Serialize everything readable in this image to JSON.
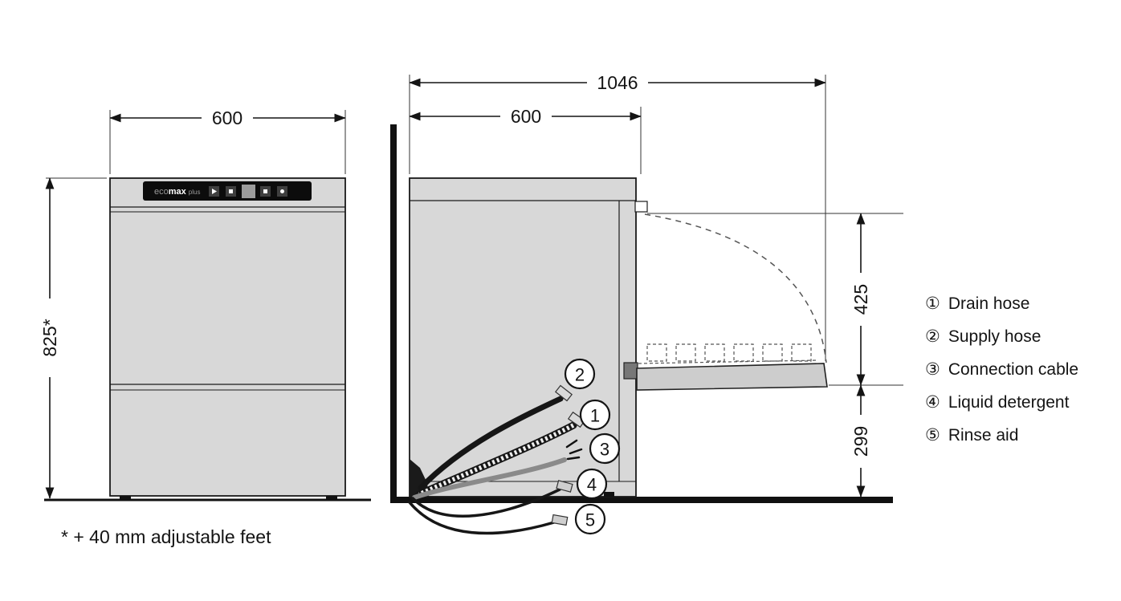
{
  "front_view": {
    "width_dim": "600",
    "height_dim": "825*",
    "brand_eco": "eco",
    "brand_max": "max",
    "brand_sub": "plus"
  },
  "side_view": {
    "total_width_dim": "1046",
    "depth_dim": "600",
    "door_height_dim": "425",
    "base_height_dim": "299"
  },
  "callouts": {
    "c1": "1",
    "c2": "2",
    "c3": "3",
    "c4": "4",
    "c5": "5"
  },
  "legend": {
    "items": [
      {
        "num": "①",
        "label": "Drain hose"
      },
      {
        "num": "②",
        "label": "Supply hose"
      },
      {
        "num": "③",
        "label": "Connection cable"
      },
      {
        "num": "④",
        "label": "Liquid detergent"
      },
      {
        "num": "⑤",
        "label": "Rinse aid"
      }
    ]
  },
  "footnote": {
    "text": "* + 40 mm adjustable feet"
  },
  "colors": {
    "machine_gray": "#d8d8d8",
    "line_dark": "#1a1a1a"
  }
}
